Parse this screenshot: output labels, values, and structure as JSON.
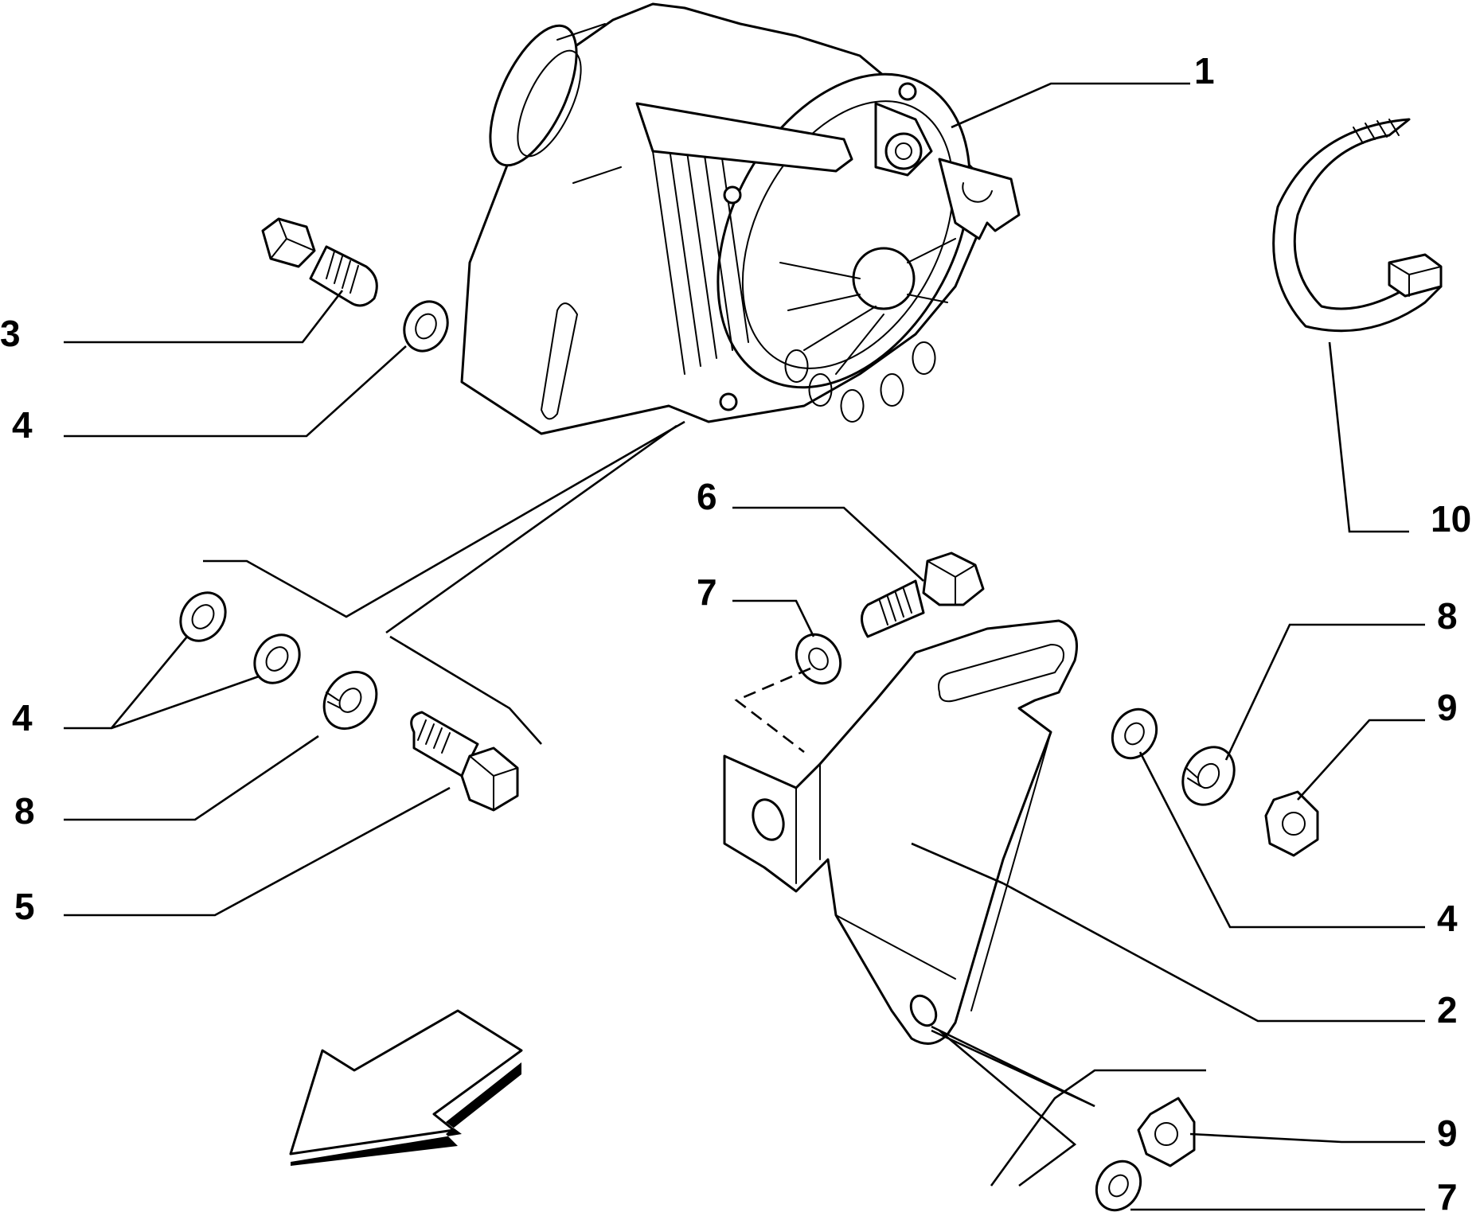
{
  "callouts": [
    {
      "id": "1",
      "text": "1"
    },
    {
      "id": "3",
      "text": "3"
    },
    {
      "id": "4a",
      "text": "4"
    },
    {
      "id": "4b",
      "text": "4"
    },
    {
      "id": "8a",
      "text": "8"
    },
    {
      "id": "5",
      "text": "5"
    },
    {
      "id": "6",
      "text": "6"
    },
    {
      "id": "7a",
      "text": "7"
    },
    {
      "id": "8b",
      "text": "8"
    },
    {
      "id": "9a",
      "text": "9"
    },
    {
      "id": "4c",
      "text": "4"
    },
    {
      "id": "2",
      "text": "2"
    },
    {
      "id": "9b",
      "text": "9"
    },
    {
      "id": "7b",
      "text": "7"
    },
    {
      "id": "10",
      "text": "10"
    }
  ],
  "icons": {
    "direction_arrow": "direction-arrow-icon"
  }
}
